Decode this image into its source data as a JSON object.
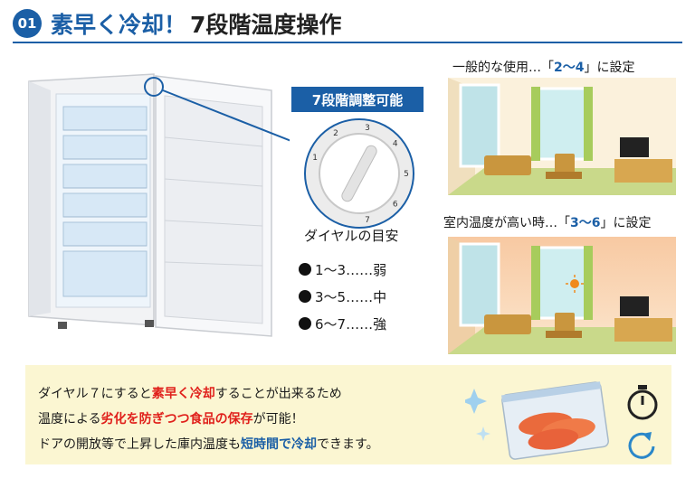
{
  "header": {
    "badge": "01",
    "title_main": "素早く冷却！",
    "title_sub": "7段階温度操作"
  },
  "dial": {
    "label": "7段階調整可能",
    "numbers": [
      "1",
      "2",
      "3",
      "4",
      "5",
      "6",
      "7"
    ]
  },
  "guide": {
    "title": "ダイヤルの目安",
    "rows": [
      {
        "text": "1〜3……弱"
      },
      {
        "text": "3〜5……中"
      },
      {
        "text": "6〜7……強"
      }
    ]
  },
  "rooms": {
    "normal": {
      "prefix": "一般的な使用…「",
      "value": "2〜4",
      "suffix": "」に設定"
    },
    "hot": {
      "prefix": "室内温度が高い時…「",
      "value": "3〜6",
      "suffix": "」に設定"
    }
  },
  "panel": {
    "l1_a": "ダイヤル７にすると",
    "l1_b": "素早く冷却",
    "l1_c": "することが出来るため",
    "l2_a": "温度による",
    "l2_b": "劣化を防ぎつつ食品の保存",
    "l2_c": "が可能！",
    "l3_a": "ドアの開放等で上昇した庫内温度も",
    "l3_b": "短時間で冷却",
    "l3_c": "できます。"
  },
  "colors": {
    "brand_blue": "#1b5fa6",
    "highlight_red": "#e0201b",
    "panel_bg": "#fbf6d2"
  },
  "icons": [
    "stopwatch-icon",
    "refresh-arrow-icon",
    "sparkle-icon",
    "sun-icon"
  ]
}
